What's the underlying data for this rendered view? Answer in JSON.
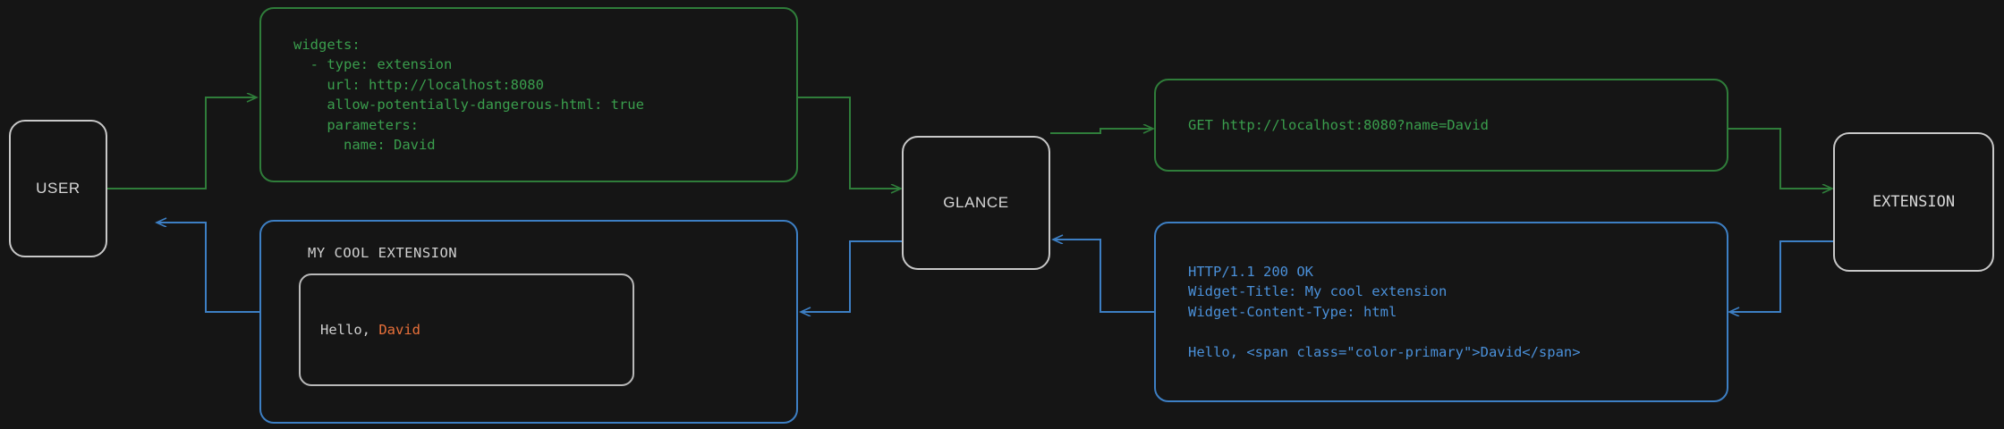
{
  "diagram": {
    "title": "Glance extension widget request flow",
    "background_color": "#151515",
    "colors": {
      "request_green": "#3a9e4d",
      "response_blue": "#4a90d9",
      "node_border": "#c8c8c8",
      "accent_orange": "#e8703a",
      "text_light": "#d0d0d0"
    }
  },
  "nodes": {
    "user": {
      "label": "USER"
    },
    "glance": {
      "label": "GLANCE"
    },
    "extension": {
      "label": "EXTENSION"
    }
  },
  "panels": {
    "config_yaml": {
      "lines": [
        "widgets:",
        "  - type: extension",
        "    url: http://localhost:8080",
        "    allow-potentially-dangerous-html: true",
        "    parameters:",
        "      name: David"
      ],
      "text": "widgets:\n  - type: extension\n    url: http://localhost:8080\n    allow-potentially-dangerous-html: true\n    parameters:\n      name: David"
    },
    "http_request": {
      "lines": [
        "GET http://localhost:8080?name=David"
      ],
      "text": "GET http://localhost:8080?name=David"
    },
    "http_response": {
      "lines": [
        "HTTP/1.1 200 OK",
        "Widget-Title: My cool extension",
        "Widget-Content-Type: html",
        "",
        "Hello, <span class=\"color-primary\">David</span>"
      ],
      "text": "HTTP/1.1 200 OK\nWidget-Title: My cool extension\nWidget-Content-Type: html\n\nHello, <span class=\"color-primary\">David</span>"
    },
    "rendered_widget": {
      "title": "MY COOL EXTENSION",
      "greeting": "Hello, ",
      "name": "David"
    }
  }
}
